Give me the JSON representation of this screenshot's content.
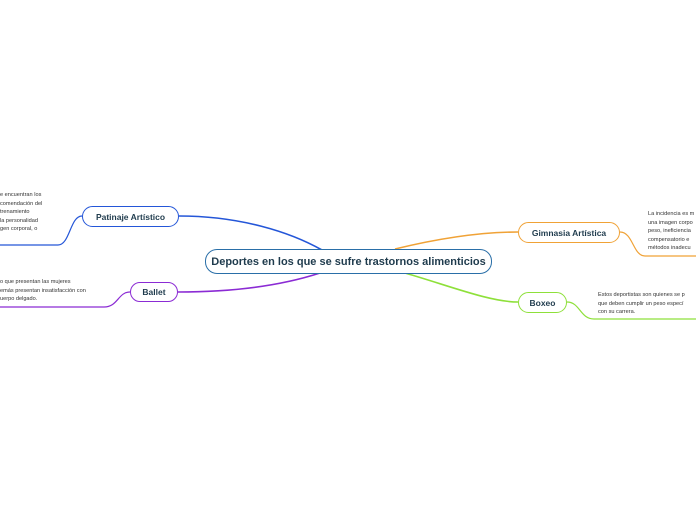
{
  "central": {
    "label": "Deportes en los que se sufre trastornos alimenticios"
  },
  "branches": {
    "patinaje": {
      "label": "Patinaje Artístico",
      "color": "#2456d8",
      "note": [
        "e encuentran los",
        "comendación del",
        "trenamiento",
        "la personalidad",
        "gen corporal, o"
      ]
    },
    "ballet": {
      "label": "Ballet",
      "color": "#8b2bd4",
      "note": [
        "o que presentan las mujeres",
        "emás presentan insatisfacción con",
        "uerpo delgado."
      ]
    },
    "gimnasia": {
      "label": "Gimnasia Artística",
      "color": "#f0a236",
      "note": [
        "La incidencia es m",
        "una imagen corpo",
        "peso, ineficiencia",
        "compensatorio e",
        "métodos inadecu"
      ]
    },
    "boxeo": {
      "label": "Boxeo",
      "color": "#8ee03a",
      "note": [
        "Estos deportistas son quienes se p",
        "que deben cumplir un peso especí",
        "con su carrera."
      ]
    }
  }
}
